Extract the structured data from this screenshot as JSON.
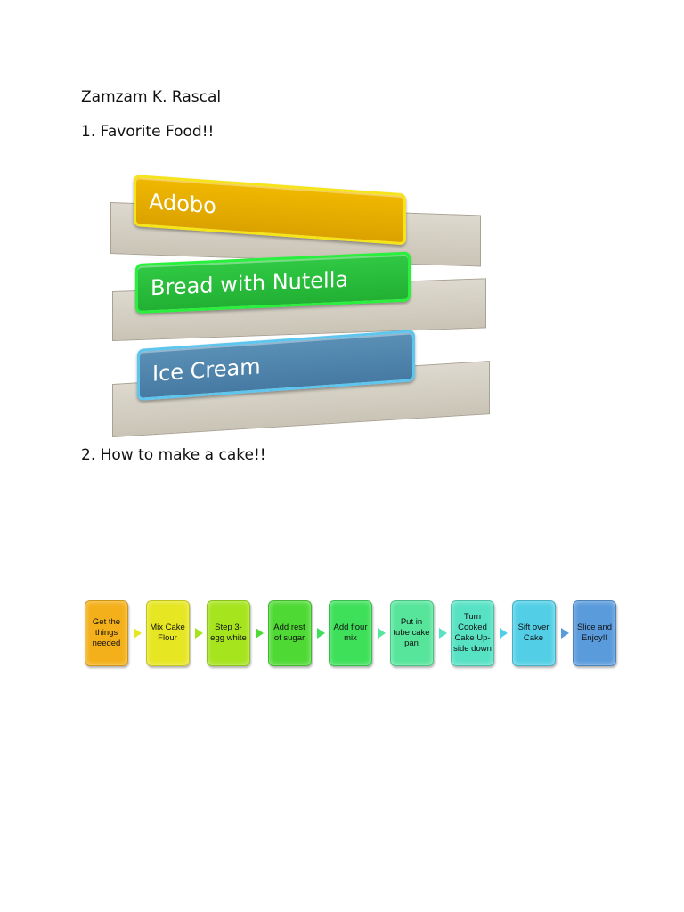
{
  "author": "Zamzam K. Rascal",
  "section1": {
    "heading": "1. Favorite Food!!",
    "foods": [
      "Adobo",
      "Bread with Nutella",
      "Ice Cream"
    ]
  },
  "section2": {
    "heading": "2. How to make a cake!!",
    "steps": [
      {
        "label": "Get the things needed",
        "color": "#f3b01a"
      },
      {
        "label": "Mix Cake Flour",
        "color": "#e6e622"
      },
      {
        "label": "Step 3- egg white",
        "color": "#a6e41e"
      },
      {
        "label": "Add rest of sugar",
        "color": "#4fd934"
      },
      {
        "label": "Add flour mix",
        "color": "#3ee05a"
      },
      {
        "label": "Put in tube cake pan",
        "color": "#56e59a"
      },
      {
        "label": "Turn Cooked Cake Up-side down",
        "color": "#58e2c4"
      },
      {
        "label": "Sift over Cake",
        "color": "#52cfe6"
      },
      {
        "label": "Slice and Enjoy!!",
        "color": "#5a9bdc"
      }
    ]
  }
}
